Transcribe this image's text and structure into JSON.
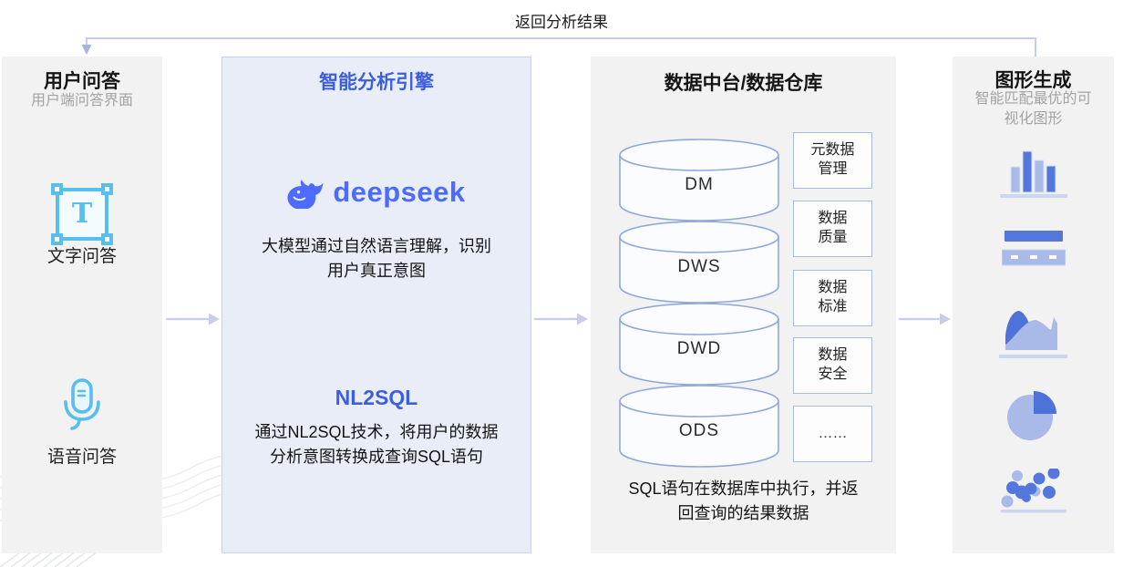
{
  "header": {
    "return_label": "返回分析结果"
  },
  "panels": {
    "user_qa": {
      "title": "用户问答",
      "subtitle": "用户端问答界面",
      "items": [
        {
          "icon": "text-frame-icon",
          "icon_glyph": "T",
          "label": "文字问答"
        },
        {
          "icon": "microphone-icon",
          "label": "语音问答"
        }
      ]
    },
    "engine": {
      "title": "智能分析引擎",
      "logo": {
        "icon": "deepseek-whale-icon",
        "text": "deepseek"
      },
      "llm_desc": "大模型通过自然语言理解，识别\n用户真正意图",
      "nl2sql_title": "NL2SQL",
      "nl2sql_desc": "通过NL2SQL技术，将用户的数据\n分析意图转换成查询SQL语句"
    },
    "warehouse": {
      "title": "数据中台/数据仓库",
      "layers": [
        "DM",
        "DWS",
        "DWD",
        "ODS"
      ],
      "governance": [
        "元数据\n管理",
        "数据\n质量",
        "数据\n标准",
        "数据\n安全",
        "……"
      ],
      "footer": "SQL语句在数据库中执行，并返\n回查询的结果数据"
    },
    "charts": {
      "title": "图形生成",
      "subtitle": "智能匹配最优的可\n视化图形",
      "icons": [
        "bar-chart-icon",
        "table-icon",
        "area-chart-icon",
        "pie-chart-icon",
        "scatter-chart-icon"
      ]
    }
  },
  "colors": {
    "accent_blue": "#4D6BFE",
    "title_blue": "#3D5FDE",
    "cyan_icon": "#58BEEC",
    "panel_gray": "#F2F2F3",
    "engine_bg": "#E9EDF7",
    "cylinder_stroke": "#8FA8DC",
    "box_stroke": "#A9BCE4",
    "arrow": "#C7CEE9",
    "icon_dark_blue": "#5377DB",
    "icon_light_blue": "#A9BAE8"
  }
}
